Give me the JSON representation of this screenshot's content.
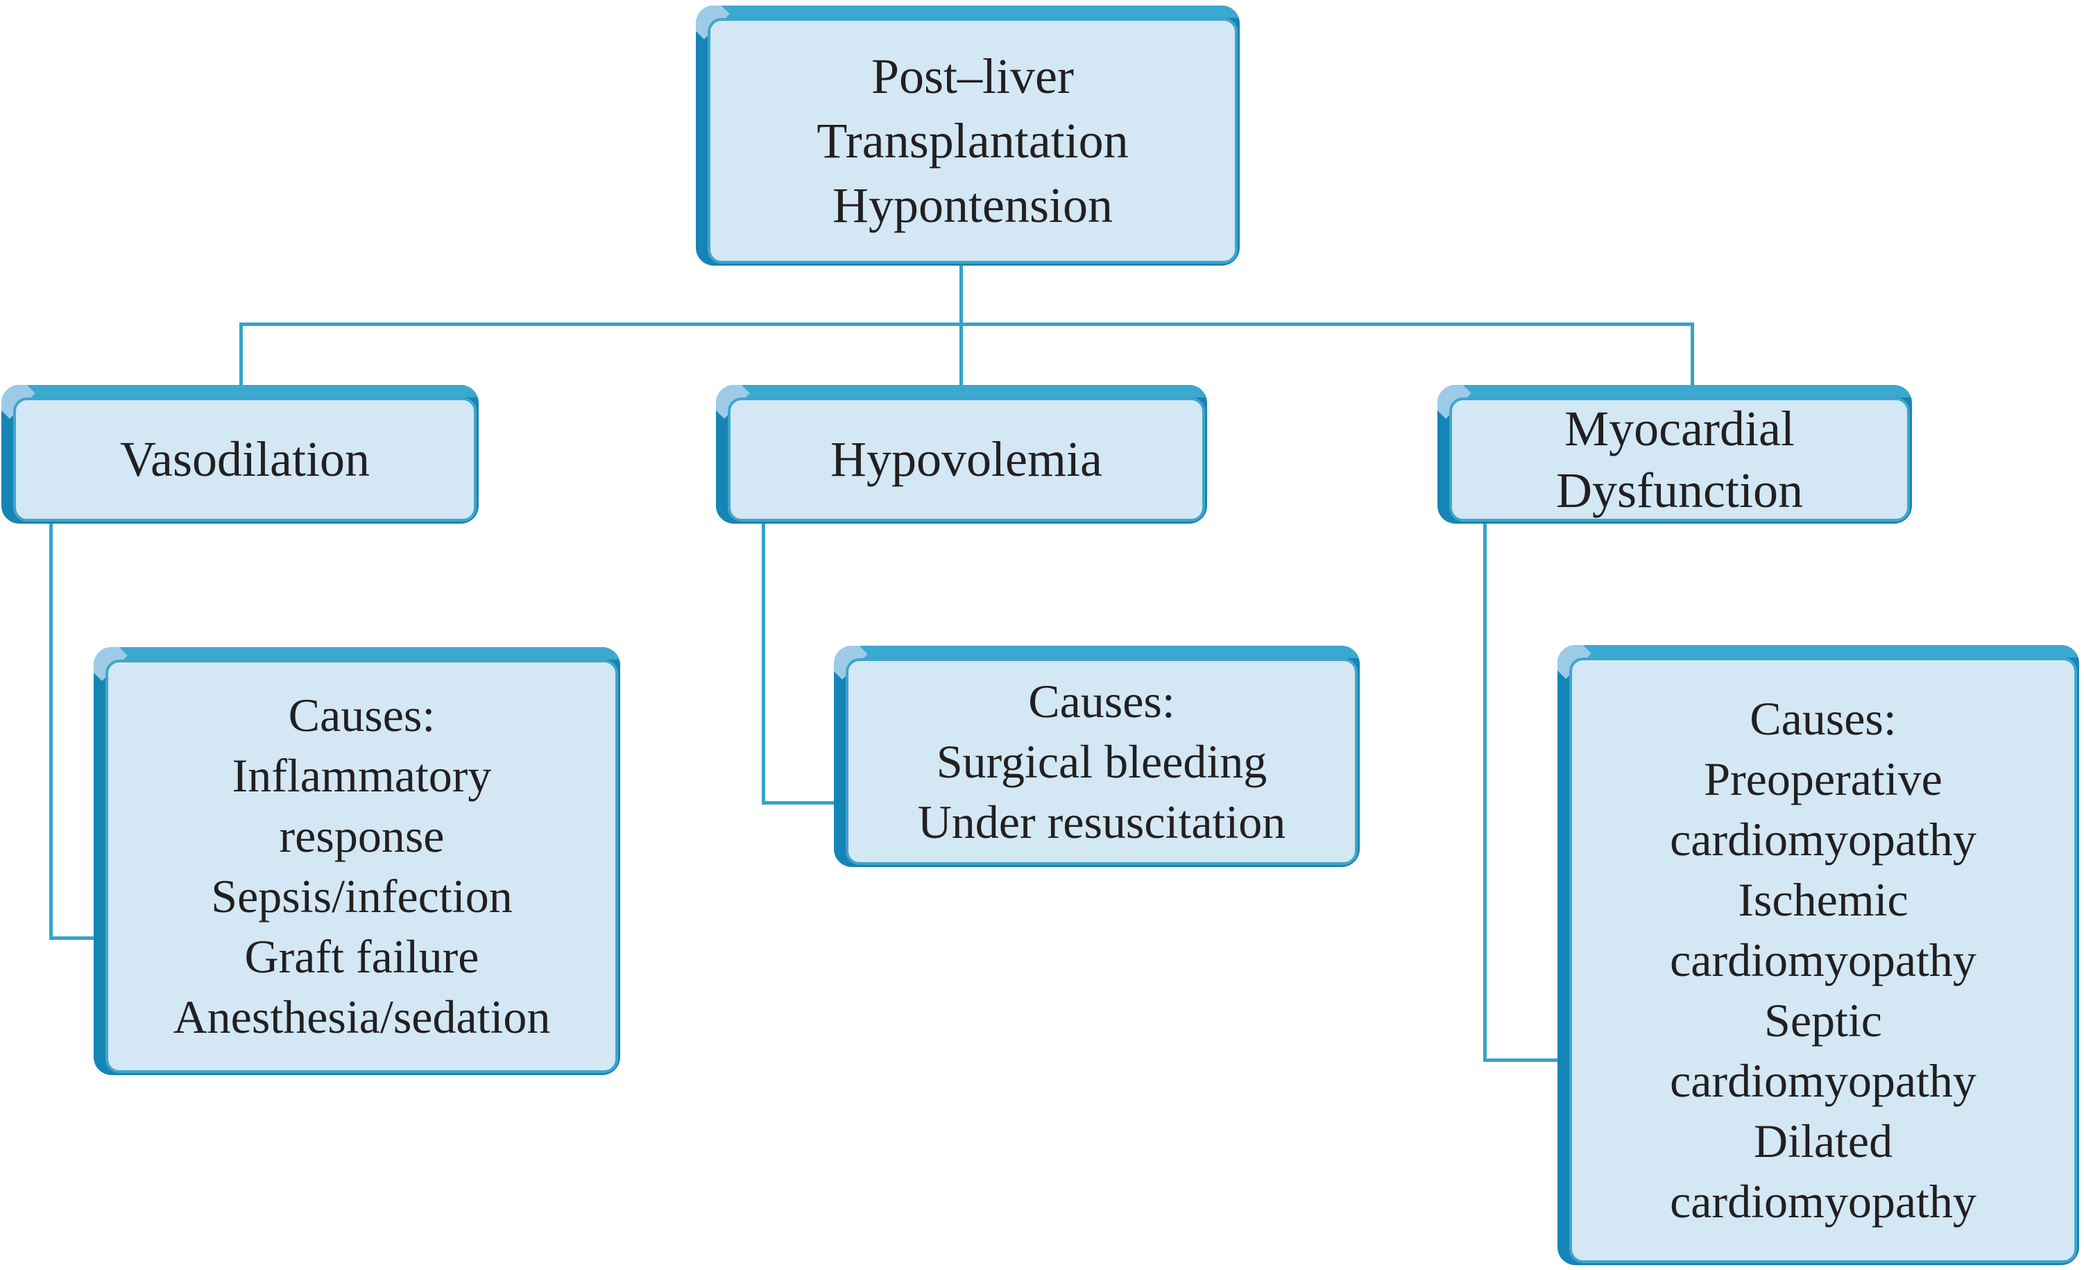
{
  "figure": {
    "root": {
      "lines": [
        "Post–liver",
        "Transplantation",
        "Hypontension"
      ]
    },
    "branches": [
      {
        "id": "vasodilation",
        "label_lines": [
          "Vasodilation"
        ],
        "causes_lines": [
          "Causes:",
          "Inflammatory",
          "response",
          "Sepsis/infection",
          "Graft failure",
          "Anesthesia/sedation"
        ]
      },
      {
        "id": "hypovolemia",
        "label_lines": [
          "Hypovolemia"
        ],
        "causes_lines": [
          "Causes:",
          "Surgical bleeding",
          "Under resuscitation"
        ]
      },
      {
        "id": "myocardial-dysfunction",
        "label_lines": [
          "Myocardial",
          "Dysfunction"
        ],
        "causes_lines": [
          "Causes:",
          "Preoperative",
          "cardiomyopathy",
          "Ischemic",
          "cardiomyopathy",
          "Septic",
          "cardiomyopathy",
          "Dilated",
          "cardiomyopathy"
        ]
      }
    ],
    "colors": {
      "box_fill": "#d3e7f4",
      "box_top_edge": "#3aa8cf",
      "box_left_edge": "#1485b5",
      "box_border": "#41a5c9",
      "bevel_highlight": "#9dcbe7",
      "connector": "#35a3c9",
      "text": "#231f20"
    }
  }
}
